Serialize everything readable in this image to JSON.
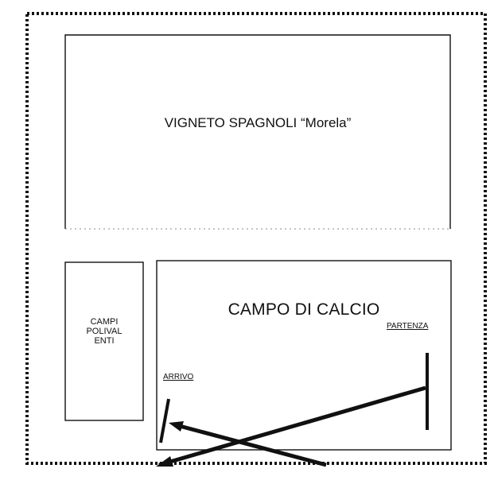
{
  "areas": {
    "vigneto": {
      "label": "VIGNETO SPAGNOLI “Morela”"
    },
    "campi_polivalenti": {
      "label_lines": [
        "CAMPI",
        "POLIVAL",
        "ENTI"
      ]
    },
    "campo_calcio": {
      "label": "CAMPO DI CALCIO"
    }
  },
  "markers": {
    "partenza": "PARTENZA",
    "arrivo": "ARRIVO"
  },
  "colors": {
    "line": "#111111",
    "background": "#ffffff"
  }
}
